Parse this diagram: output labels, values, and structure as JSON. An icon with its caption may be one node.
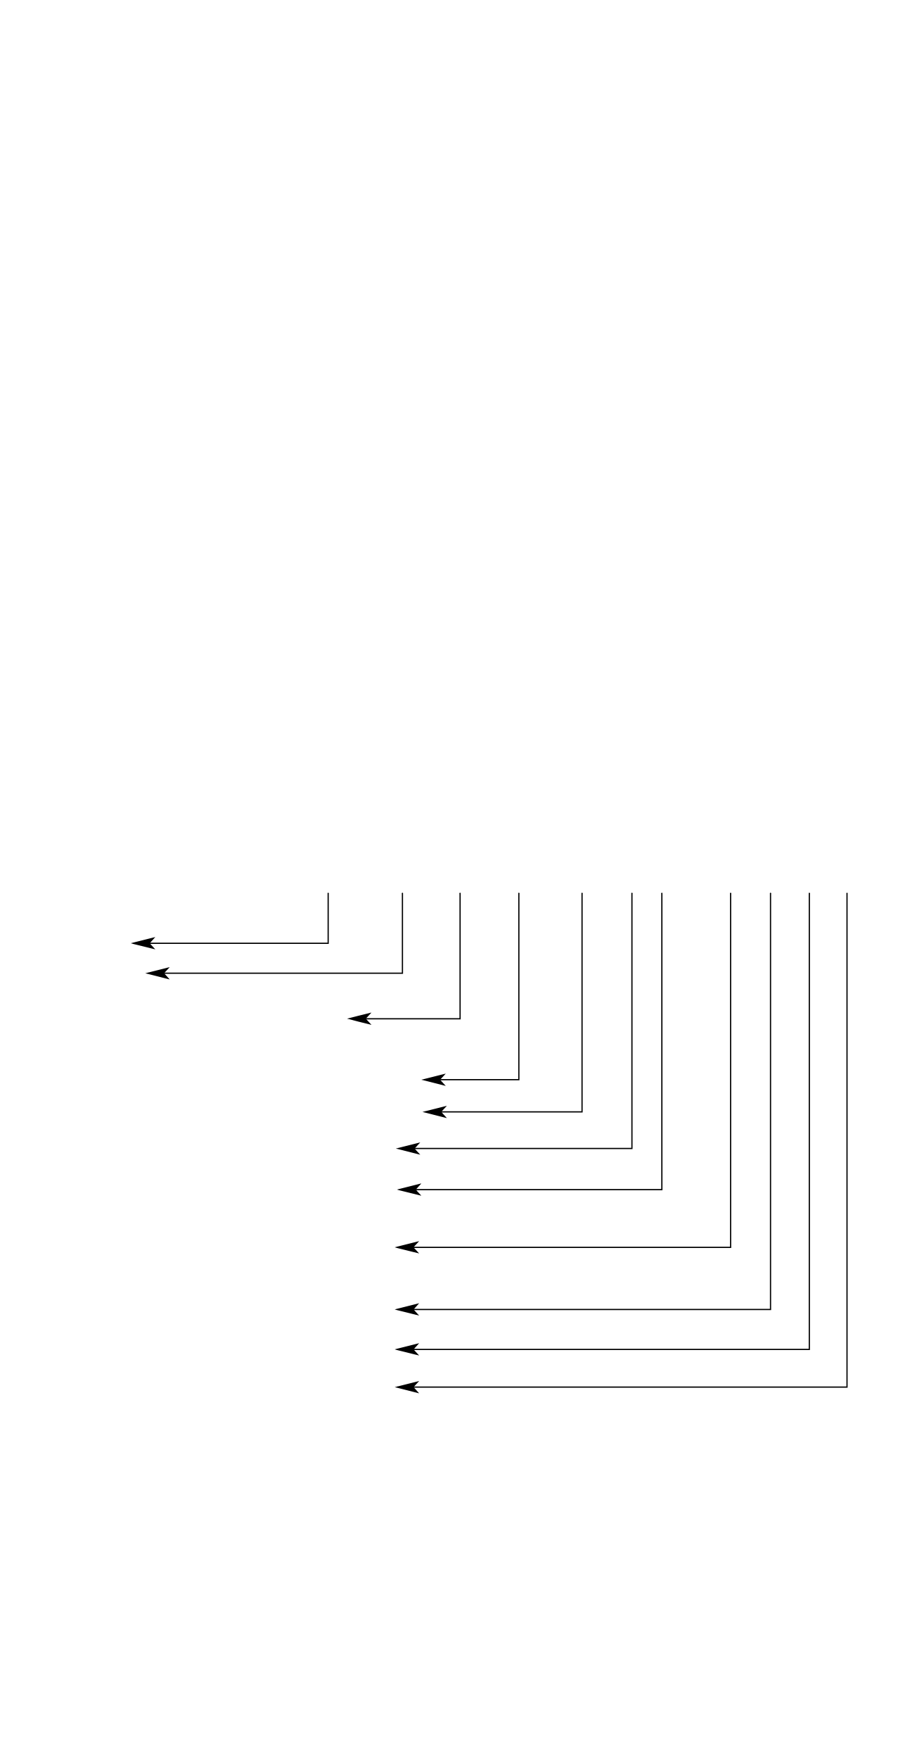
{
  "diagram": {
    "nodes": [
      {
        "text": [],
        "shape": "point"
      },
      {
        "text": [],
        "shape": "point"
      },
      {
        "text": [],
        "shape": "point"
      },
      {
        "text": [],
        "shape": "point"
      },
      {
        "text": [],
        "shape": "point"
      },
      {
        "text": [],
        "shape": "point"
      },
      {
        "text": [],
        "shape": "point"
      },
      {
        "text": [],
        "shape": "point"
      },
      {
        "text": [],
        "shape": "point"
      },
      {
        "text": [],
        "shape": "point"
      },
      {
        "text": [],
        "shape": "point"
      }
    ],
    "edges": [
      {
        "from": 0,
        "to": null,
        "arrow": "to"
      },
      {
        "from": 1,
        "to": null,
        "arrow": "to"
      },
      {
        "from": 2,
        "to": null,
        "arrow": "to"
      },
      {
        "from": 3,
        "to": null,
        "arrow": "to"
      },
      {
        "from": 4,
        "to": null,
        "arrow": "to"
      },
      {
        "from": 5,
        "to": null,
        "arrow": "to"
      },
      {
        "from": 6,
        "to": null,
        "arrow": "to"
      },
      {
        "from": 7,
        "to": null,
        "arrow": "to"
      },
      {
        "from": 8,
        "to": null,
        "arrow": "to"
      },
      {
        "from": 9,
        "to": null,
        "arrow": "to"
      },
      {
        "from": 10,
        "to": null,
        "arrow": "to"
      }
    ]
  }
}
